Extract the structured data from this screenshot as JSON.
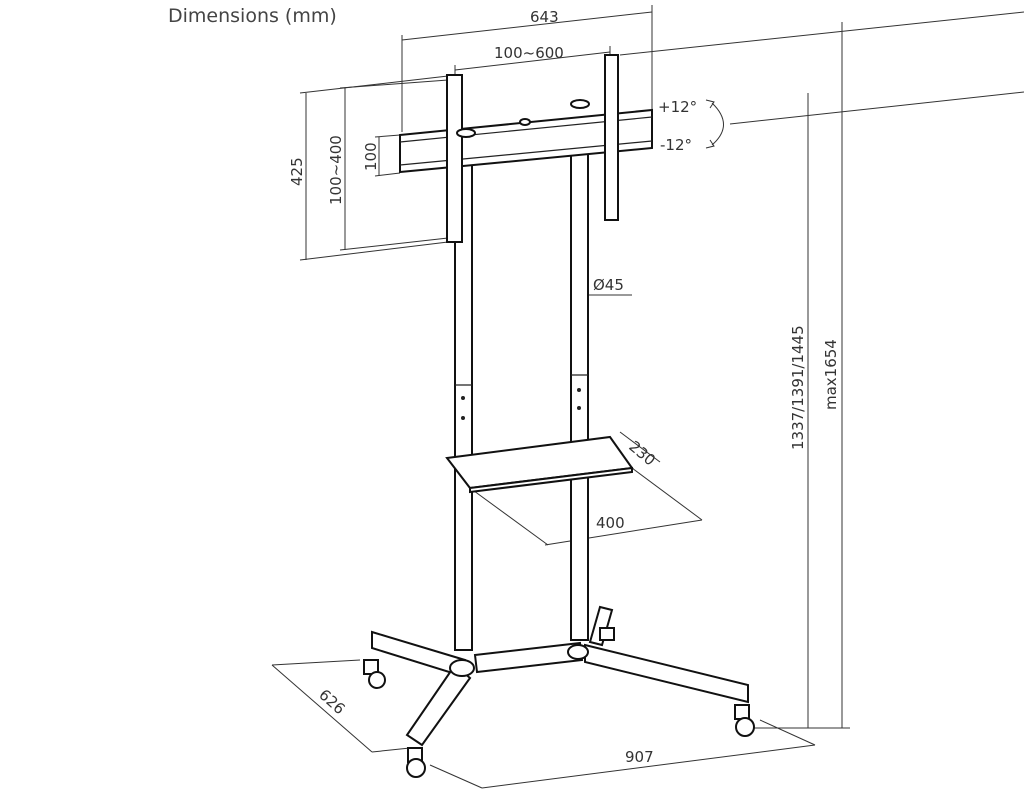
{
  "title": "Dimensions (mm)",
  "dimensions": {
    "overall_width": "643",
    "vesa_width": "100~600",
    "bracket_height": "425",
    "vesa_height": "100~400",
    "rail_height": "100",
    "tilt_up": "+12°",
    "tilt_down": "-12°",
    "pole_diameter": "Ø45",
    "height_options": "1337/1391/1445",
    "max_height": "max1654",
    "shelf_depth": "230",
    "shelf_width": "400",
    "base_depth": "626",
    "base_width": "907"
  }
}
